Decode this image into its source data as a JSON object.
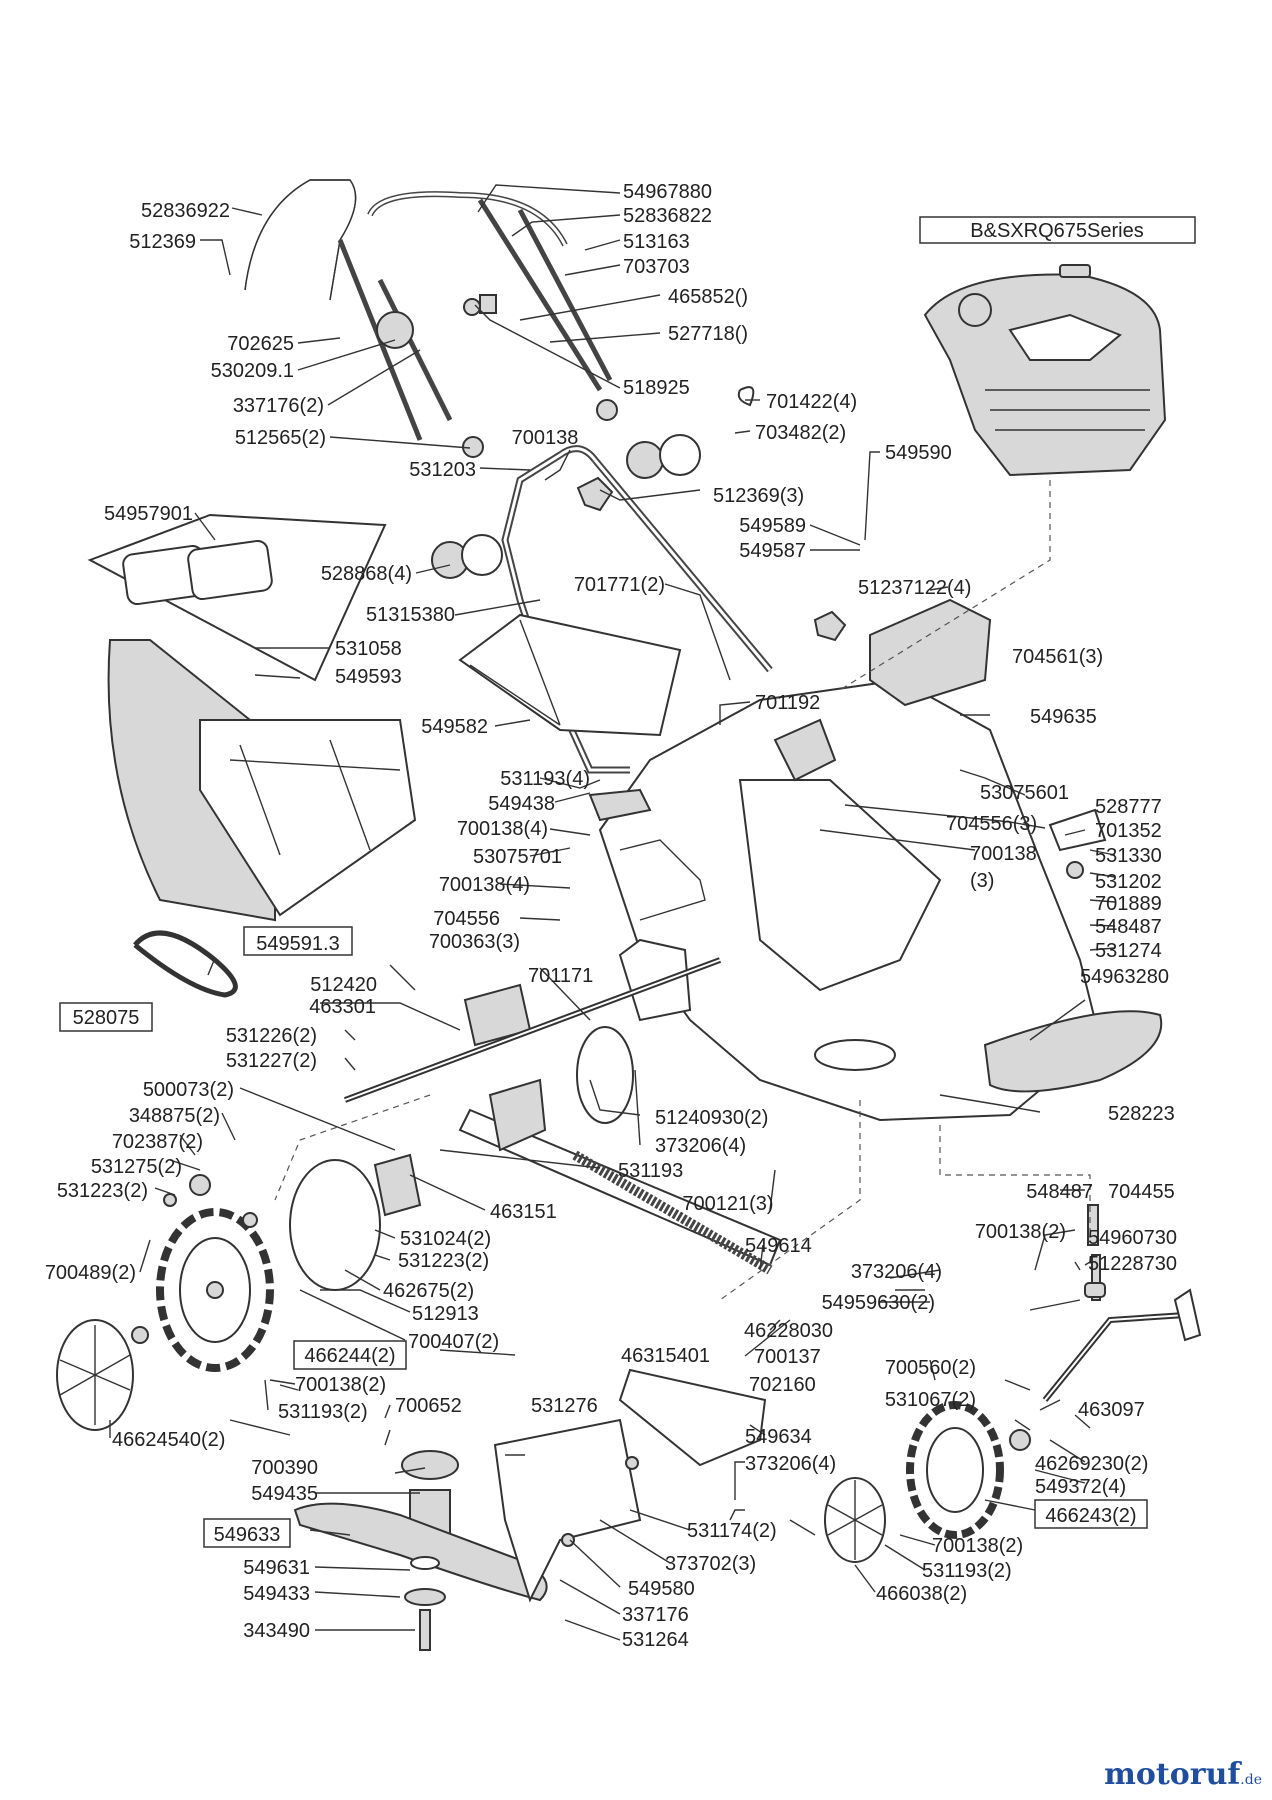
{
  "engine_label": "B&SXRQ675Series",
  "watermark": {
    "brand": "motoruf",
    "tld": ".de"
  },
  "labels": [
    "52836922",
    "512369",
    "54967880",
    "52836822",
    "513163",
    "703703",
    "465852()",
    "527718()",
    "702625",
    "530209.1",
    "518925",
    "337176(2)",
    "701422(4)",
    "512565(2)",
    "700138",
    "703482(2)",
    "531203",
    "549590",
    "54957901",
    "512369(3)",
    "549589",
    "549587",
    "528868(4)",
    "701771(2)",
    "51237122(4)",
    "51315380",
    "531058",
    "704561(3)",
    "549593",
    "701192",
    "549635",
    "549582",
    "531193(4)",
    "53075601",
    "549438",
    "704556(3)",
    "528777",
    "700138(4)",
    "701352",
    "700138",
    "53075701",
    "531330",
    "(3)",
    "531202",
    "700138(4)",
    "701889",
    "704556",
    "548487",
    "700363(3)",
    "531274",
    "701171",
    "54963280",
    "549591.3",
    "512420",
    "528075",
    "463301",
    "531226(2)",
    "531227(2)",
    "51240930(2)",
    "528223",
    "500073(2)",
    "373206(4)",
    "348875(2)",
    "531193",
    "702387(2)",
    "548487",
    "704455",
    "531275(2)",
    "463151",
    "700121(3)",
    "531223(2)",
    "531024(2)",
    "700138(2)",
    "54960730",
    "531223(2)",
    "549614",
    "700489(2)",
    "373206(4)",
    "51228730",
    "462675(2)",
    "54959630(2)",
    "512913",
    "46228030",
    "700407(2)",
    "466244(2)",
    "46315401",
    "700137",
    "700138(2)",
    "702160",
    "700560(2)",
    "531193(2)",
    "531067(2)",
    "463097",
    "700652",
    "531276",
    "46624540(2)",
    "549634",
    "373206(4)",
    "46269230(2)",
    "700390",
    "549372(4)",
    "549435",
    "466243(2)",
    "549633",
    "531174(2)",
    "700138(2)",
    "373702(3)",
    "531193(2)",
    "549631",
    "549580",
    "466038(2)",
    "549433",
    "337176",
    "343490",
    "531264"
  ],
  "boxed_labels": [
    "B&SXRQ675Series",
    "549591.3",
    "528075",
    "466244(2)",
    "466243(2)",
    "549633"
  ]
}
